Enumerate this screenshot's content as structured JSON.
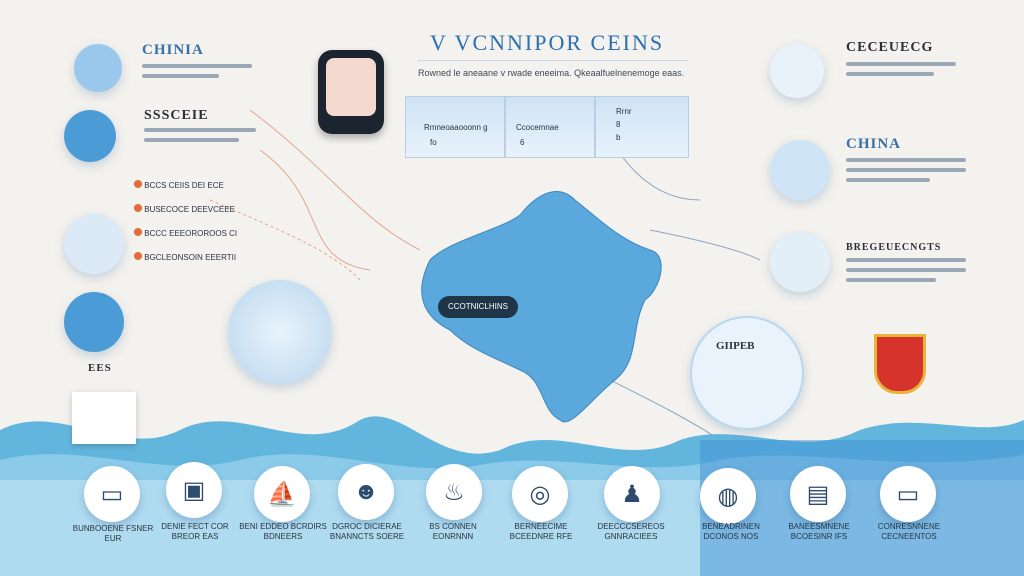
{
  "header": {
    "title": "V VCNNIPOR CEINS",
    "subtitle": "Rowned le aneaane v rwade eneeima. Qkeaalfuelnenemoge eaas.",
    "panel_texts": [
      "Rmneoaaooonn g",
      "Ccocemnae",
      "Rrnr",
      "8",
      "6",
      "b",
      "fo"
    ]
  },
  "left": {
    "heading1": "CHINIA",
    "heading2": "SSSCEIE",
    "label_bottom": "EES",
    "list": [
      "BCCS CEIIS DEI ECE",
      "BUSECOCE DEEVCEEE",
      "BCCC EEEOROROOS CI",
      "BGCLEONSOIN EEERTII"
    ]
  },
  "right": {
    "heading1": "CECEUECG",
    "heading2": "CHINA",
    "heading3": "BREGEUECNGTS",
    "sign": "GIIPEB"
  },
  "map": {
    "label": "CCOTNICLHINS"
  },
  "bottom": {
    "captions": [
      "BUNBOOENE FSNER EUR",
      "DENIE FECT COR BREOR EAS",
      "BENI EDDEO BCRDIRS BDNEERS",
      "DGROC DICIERAE BNANNCTS SOERE",
      "BS CONNEN EONRNNN",
      "BERNEECIME BCEEDNRE RFE",
      "DEECCCSEREOS GNNRACIEES",
      "BENEADRINEN DCONOS NOS",
      "BANEESMNENE BCOESINR IFS",
      "CONRESNNENE CECNEENTOS"
    ],
    "icons": [
      "tray-icon",
      "monitor-icon",
      "ship-icon",
      "person-icon",
      "food-icon",
      "coin-icon",
      "user-icon",
      "globe-icon",
      "device-icon",
      "tray2-icon"
    ]
  },
  "colors": {
    "accent": "#3a7fc2",
    "orange": "#e36b3a",
    "wave": "#5bb3dc",
    "bg": "#f4f2ee"
  }
}
